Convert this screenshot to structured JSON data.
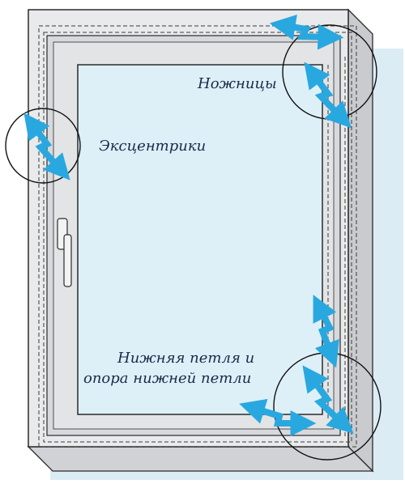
{
  "labels": {
    "scissors": "Ножницы",
    "eccentrics": "Эксцентрики",
    "bottom_hinge_line1": "Нижняя петля и",
    "bottom_hinge_line2": "опора нижней петли"
  },
  "colors": {
    "background_panel": "#dcecf4",
    "glass": "#ddf0f8",
    "frame_fill": "#e9eaec",
    "frame_shadow": "#c9cbce",
    "sash": "#d7d9dc",
    "outline": "#2b2b2b",
    "arrow": "#29a8e0"
  },
  "icons": {
    "arrow": "double-headed-arrow-icon",
    "handle": "window-handle-icon"
  }
}
